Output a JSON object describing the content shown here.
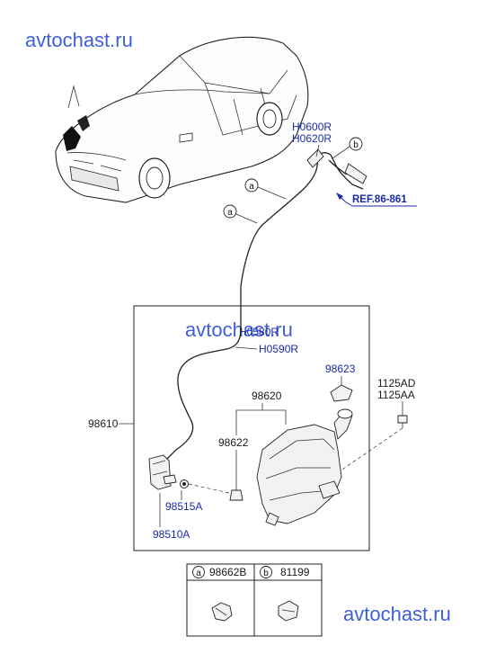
{
  "watermark": {
    "top": "avtochast.ru",
    "middle": "avtochast.ru",
    "bottom": "avtochast.ru"
  },
  "hose_labels": {
    "front_1": "H0600R",
    "front_2": "H0620R",
    "rear_1": "H0580R",
    "rear_2": "H0590R"
  },
  "reference": "REF.86-861",
  "callouts": {
    "a": "a",
    "b": "b"
  },
  "parts": {
    "assembly": "98610",
    "cap": "98623",
    "reservoir": "98620",
    "filler": "98622",
    "bolt_1": "1125AD",
    "bolt_2": "1125AA",
    "grommet": "98515A",
    "pump": "98510A"
  },
  "legend": {
    "a_letter": "a",
    "a_part": "98662B",
    "b_letter": "b",
    "b_part": "81199"
  }
}
